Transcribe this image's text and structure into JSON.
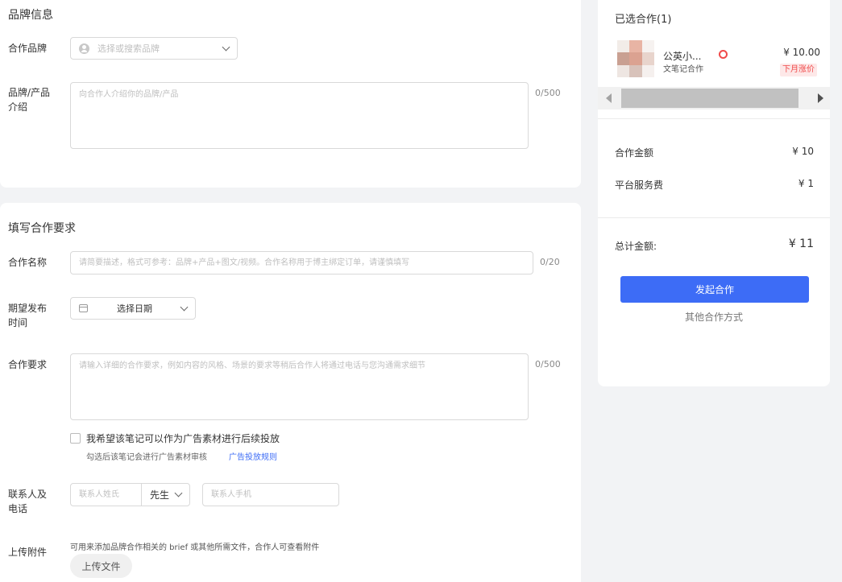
{
  "brand_section": {
    "title": "品牌信息",
    "partner_brand_label": "合作品牌",
    "brand_select_placeholder": "选择或搜索品牌",
    "intro_label": "品牌/产品介绍",
    "intro_placeholder": "向合作人介绍你的品牌/产品",
    "intro_counter": "0/500"
  },
  "requirements_section": {
    "title": "填写合作要求",
    "name_label": "合作名称",
    "name_placeholder": "请简要描述，格式可参考：品牌+产品+图文/视频。合作名称用于博主绑定订单，请谨慎填写",
    "name_counter": "0/20",
    "date_label": "期望发布时间",
    "date_select_label": "选择日期",
    "req_label": "合作要求",
    "req_placeholder": "请输入详细的合作要求，例如内容的风格、场景的要求等稍后合作人将通过电话与您沟通需求细节",
    "req_counter": "0/500",
    "ad_checkbox_label": "我希望该笔记可以作为广告素材进行后续投放",
    "ad_hint": "勾选后该笔记会进行广告素材审核",
    "ad_rules_link": "广告投放规则",
    "contact_label": "联系人及电话",
    "contact_name_placeholder": "联系人姓氏",
    "salutation_value": "先生",
    "contact_phone_placeholder": "联系人手机",
    "attach_label": "上传附件",
    "attach_hint": "可用来添加品牌合作相关的 brief 或其他所需文件，合作人可查看附件",
    "upload_button": "上传文件"
  },
  "sidebar": {
    "selected_title": "已选合作(1)",
    "item": {
      "name": "公英小...",
      "type": "文笔记合作",
      "price": "¥ 10.00",
      "badge": "下月涨价"
    },
    "amount_label": "合作金额",
    "amount_value": "¥ 10",
    "fee_label": "平台服务费",
    "fee_value": "¥ 1",
    "total_label": "总计金额:",
    "total_value": "¥ 11",
    "submit_button": "发起合作",
    "other_methods_link": "其他合作方式"
  },
  "colors": {
    "primary": "#3d6cf6",
    "danger": "#f04a4a",
    "page_bg": "#f2f3f5"
  }
}
